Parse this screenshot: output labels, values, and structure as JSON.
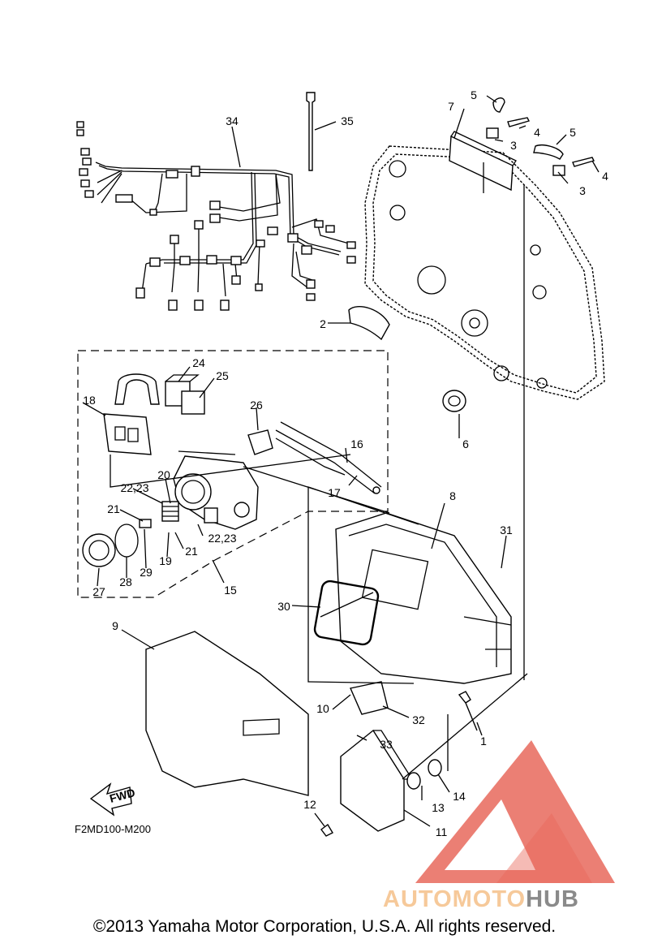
{
  "diagram": {
    "callouts": [
      {
        "n": "1"
      },
      {
        "n": "2"
      },
      {
        "n": "3"
      },
      {
        "n": "3"
      },
      {
        "n": "4"
      },
      {
        "n": "4"
      },
      {
        "n": "5"
      },
      {
        "n": "5"
      },
      {
        "n": "6"
      },
      {
        "n": "7"
      },
      {
        "n": "8"
      },
      {
        "n": "9"
      },
      {
        "n": "10"
      },
      {
        "n": "11"
      },
      {
        "n": "12"
      },
      {
        "n": "13"
      },
      {
        "n": "14"
      },
      {
        "n": "15"
      },
      {
        "n": "16"
      },
      {
        "n": "17"
      },
      {
        "n": "18"
      },
      {
        "n": "19"
      },
      {
        "n": "20"
      },
      {
        "n": "21"
      },
      {
        "n": "21"
      },
      {
        "n": "22,23"
      },
      {
        "n": "22,23"
      },
      {
        "n": "24"
      },
      {
        "n": "25"
      },
      {
        "n": "26"
      },
      {
        "n": "27"
      },
      {
        "n": "28"
      },
      {
        "n": "29"
      },
      {
        "n": "30"
      },
      {
        "n": "31"
      },
      {
        "n": "32"
      },
      {
        "n": "33"
      },
      {
        "n": "34"
      },
      {
        "n": "35"
      }
    ],
    "fwd_label": "FWD",
    "drawing_code": "F2MD100-M200"
  },
  "watermark": {
    "word_light": "AUTOMOTO",
    "word_dark": "HUB",
    "colors": {
      "triangle": "#e8685c",
      "light": "#f6c99a",
      "dark": "#8a8a8a"
    }
  },
  "copyright": "©2013 Yamaha Motor Corporation, U.S.A. All rights reserved."
}
